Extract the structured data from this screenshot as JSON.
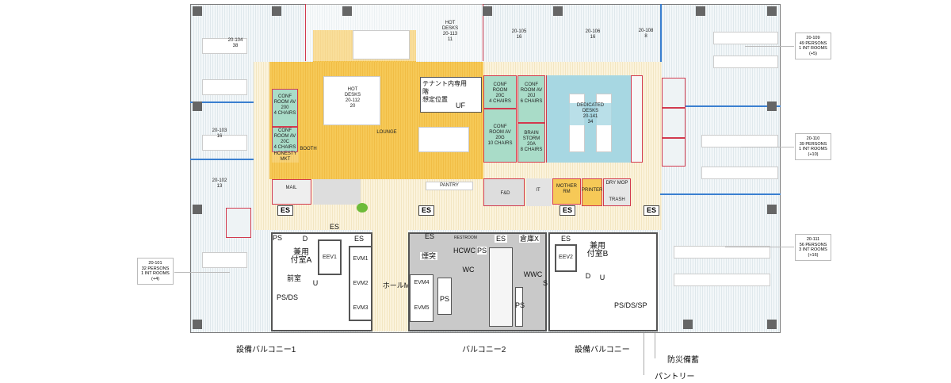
{
  "colors": {
    "lounge": "#f6c957",
    "conference": "#a9dcc8",
    "dedicated": "#a7d7e2",
    "corridor": "#fbf3dc",
    "partition": "#d23a4e",
    "glass": "#3a7fd0"
  },
  "rooms": {
    "r104": "20-104\n38",
    "r103": "20-103\n16",
    "r102": "20-102\n13",
    "r113": "HOT\nDESKS\n20-113\n11",
    "r112": "HOT\nDESKS\n20-112\n20",
    "r105": "20-105\n16",
    "r106": "20-106\n16",
    "r108": "20-108\n8",
    "conf_av_200_4": "CONF\nROOM AV\n200\n4 CHAIRS",
    "conf_av_20c_4": "CONF\nROOM AV\n20C\n4 CHAIRS",
    "honesty": "HONESTY\nMKT",
    "booth": "BOOTH",
    "lounge": "LOUNGE",
    "mail": "MAIL",
    "pantry": "PANTRY",
    "tenant": "テナント内専用階\n想定位置",
    "uf": "UF",
    "conf_20c": "CONF\nROOM\n20C\n4 CHAIRS",
    "conf_av_20g": "CONF\nROOM AV\n20G\n10 CHAIRS",
    "conf_av_20j": "CONF\nROOM AV\n20J\n6 CHAIRS",
    "brain": "BRAIN\nSTORM\n20A\n8 CHAIRS",
    "dedicated": "DEDICATED\nDESKS\n20-141\n34",
    "fd": "F&D",
    "it": "IT",
    "mother": "MOTHER\nRM",
    "printer": "PRINTER",
    "drymop": "DRY MOP",
    "trash": "TRASH"
  },
  "core": {
    "es": "ES",
    "ps": "PS",
    "d": "D",
    "kenyo_a": "兼用\n付室A",
    "kenyo_b": "兼用\n付室B",
    "eev1": "EEV1",
    "eev2": "EEV2",
    "evm1": "EVM1",
    "evm2": "EVM2",
    "evm3": "EVM3",
    "evm4": "EVM4",
    "evm5": "EVM5",
    "zenshitsu": "前室",
    "psds": "PS/DS",
    "psdssp": "PS/DS/SP",
    "u": "U",
    "hall": "ホールM",
    "entotsu": "煙突",
    "restroom": "RESTROOM",
    "hcwc": "HCWC",
    "wc": "WC",
    "wwc": "WWC",
    "soko": "倉庫X",
    "s": "S"
  },
  "callouts": [
    {
      "text": "20-101\n32 PERSONS\n1 INT ROOMS\n(+4)"
    },
    {
      "text": "20-109\n49 PERSONS\n1 INT ROOMS\n(+5)"
    },
    {
      "text": "20-110\n39 PERSONS\n1 INT ROOMS\n(+10)"
    },
    {
      "text": "20-111\n56 PERSONS\n3 INT ROOMS\n(+16)"
    }
  ],
  "bottom_labels": [
    "設備バルコニー1",
    "バルコニー2",
    "設備バルコニー",
    "防災備蓄",
    "パントリー"
  ]
}
